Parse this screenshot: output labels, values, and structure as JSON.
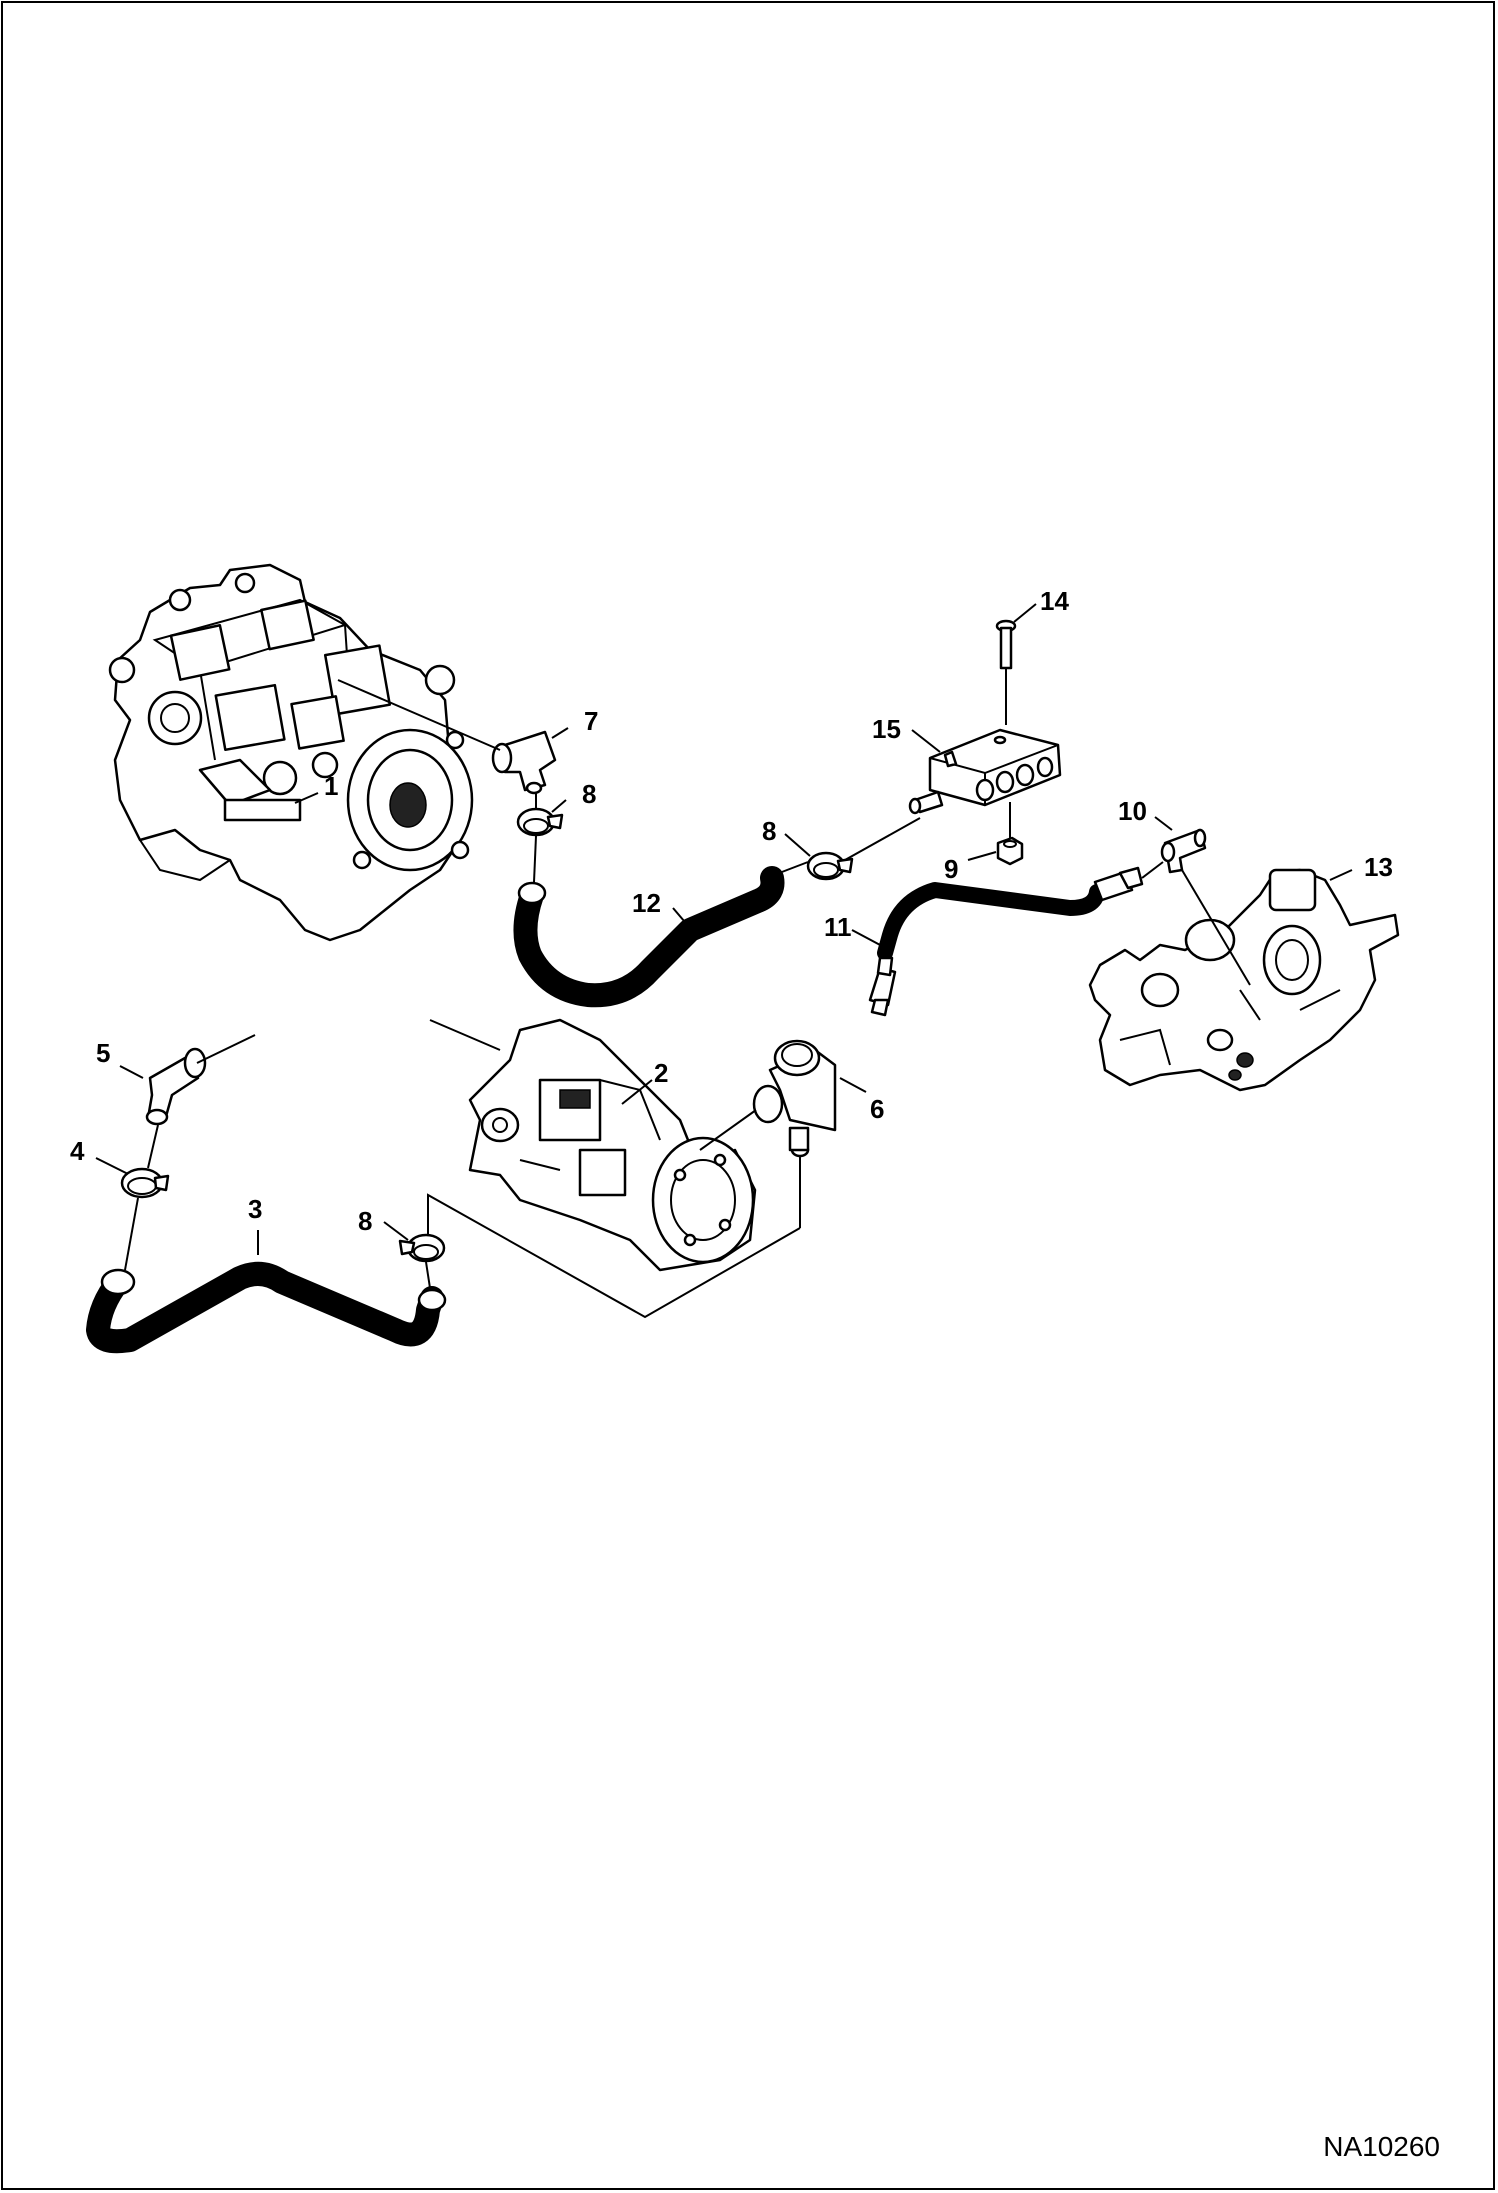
{
  "diagram": {
    "drawing_number": "NA10260",
    "callouts": [
      "1",
      "2",
      "3",
      "4",
      "5",
      "6",
      "7",
      "8",
      "8",
      "8",
      "9",
      "10",
      "11",
      "12",
      "13",
      "14",
      "15"
    ]
  }
}
